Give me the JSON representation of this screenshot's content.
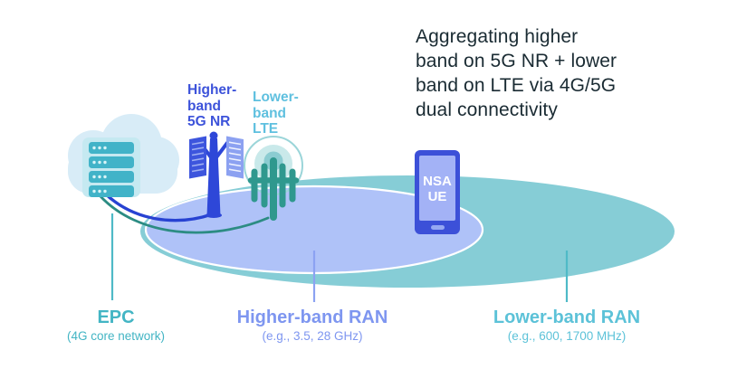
{
  "annotation": {
    "lines": [
      "Aggregating higher",
      "band on 5G NR + lower",
      "band on LTE via 4G/5G",
      "dual connectivity"
    ]
  },
  "tower_5g": {
    "label_lines": [
      "Higher-",
      "band",
      "5G NR"
    ]
  },
  "tower_lte": {
    "label_lines": [
      "Lower-",
      "band",
      "LTE"
    ]
  },
  "device": {
    "label_lines": [
      "NSA",
      "UE"
    ]
  },
  "regions": {
    "epc": {
      "label": "EPC",
      "sublabel": "(4G core network)"
    },
    "higher_band_ran": {
      "label": "Higher-band RAN",
      "sublabel": "(e.g., 3.5, 28 GHz)"
    },
    "lower_band_ran": {
      "label": "Lower-band RAN",
      "sublabel": "(e.g., 600, 1700 MHz)"
    }
  },
  "colors": {
    "annotation_text": "#1A2B33",
    "nr_label_blue": "#3D53DA",
    "lte_label_cyan": "#5FC0DF",
    "epc_teal": "#43B5C4",
    "higher_ran_periwinkle": "#7E96F0",
    "lower_ran_teal": "#5CC2D8",
    "lower_band_ellipse": "#86CDD6",
    "higher_band_ellipse": "#AFC2F8",
    "tower_blue": "#2E47D8",
    "antenna_teal": "#2F988E",
    "phone_body_blue": "#3C50D8",
    "phone_screen": "#A3B2F6",
    "cloud": "#D8ECF7",
    "server_bars": "#41B3C8",
    "link_nr_blue": "#2742D2",
    "link_lte_teal": "#2C8C83"
  }
}
